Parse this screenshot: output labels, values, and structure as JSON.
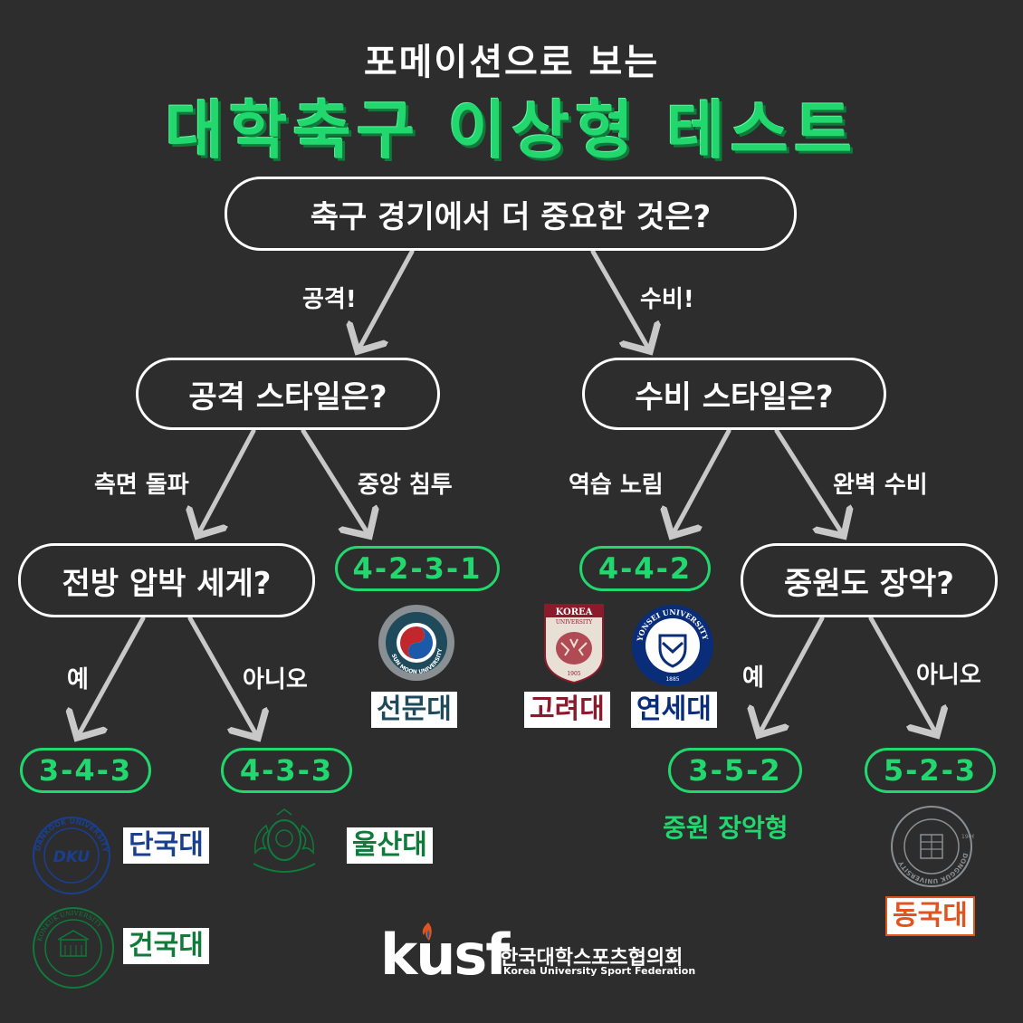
{
  "title": {
    "subtitle": "포메이션으로 보는",
    "main": "대학축구 이상형 테스트"
  },
  "colors": {
    "background": "#2d2d2d",
    "accent": "#22d86e",
    "line": "#c8c8c8"
  },
  "nodes": {
    "root": "축구 경기에서 더 중요한 것은?",
    "attack_style": "공격 스타일은?",
    "defense_style": "수비 스타일은?",
    "press": "전방 압박 세게?",
    "midfield": "중원도 장악?"
  },
  "edges": {
    "attack": "공격!",
    "defense": "수비!",
    "wing": "측면 돌파",
    "center": "중앙 침투",
    "counter": "역습 노림",
    "perfect": "완벽 수비",
    "press_yes": "예",
    "press_no": "아니오",
    "mid_yes": "예",
    "mid_no": "아니오"
  },
  "results": {
    "f4231": "4-2-3-1",
    "f442": "4-4-2",
    "f343": "3-4-3",
    "f433": "4-3-3",
    "f352": "3-5-2",
    "f523": "5-2-3"
  },
  "result_note": "중원 장악형",
  "universities": {
    "sunmoon": {
      "name": "선문대",
      "seal_text": "SUN MOON UNIVERSITY",
      "color": "#1e4a5c"
    },
    "korea": {
      "name": "고려대",
      "seal_top": "KOREA",
      "seal_sub": "UNIVERSITY",
      "seal_year": "1905",
      "color": "#8b1a2b"
    },
    "yonsei": {
      "name": "연세대",
      "seal_text": "YONSEI UNIVERSITY",
      "seal_year": "1885",
      "color": "#0a2d7a"
    },
    "dankook": {
      "name": "단국대",
      "seal_text": "DANKOOK UNIVERSITY",
      "seal_mark": "DKU",
      "color": "#1a3f8f"
    },
    "ulsan": {
      "name": "울산대",
      "color": "#0f7a3a"
    },
    "konkuk": {
      "name": "건국대",
      "seal_text": "KONKUK UNIVERSITY",
      "color": "#0f7a3a"
    },
    "dongguk": {
      "name": "동국대",
      "seal_text": "DONGGUK UNIVERSITY",
      "seal_year": "1906",
      "color": "#e0551f"
    }
  },
  "brand": {
    "wordmark": "kusf",
    "korean": "한국대학스포츠협의회",
    "english": "Korea University Sport Federation"
  }
}
